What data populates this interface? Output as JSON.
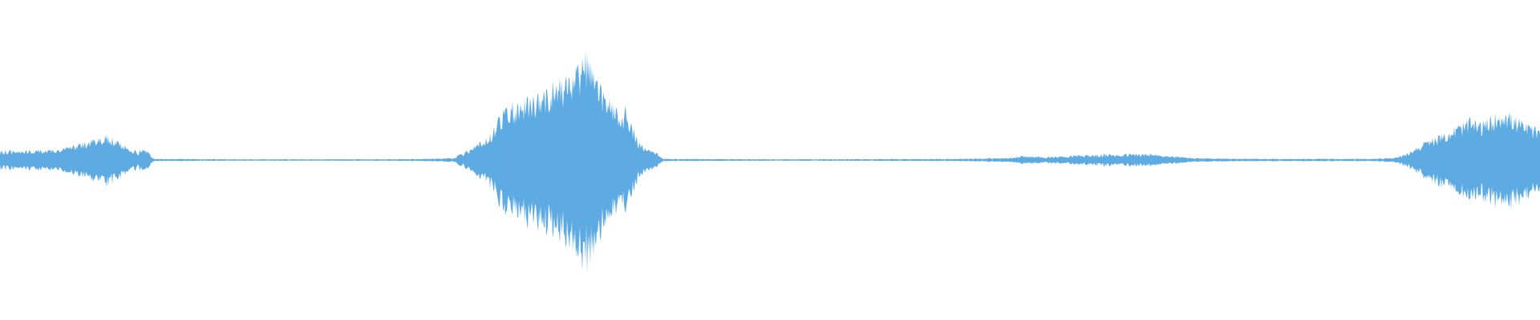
{
  "waveform": {
    "color": "#5dabe2",
    "background": "#ffffff",
    "amplitude_scale": 1.0,
    "envelope": [
      [
        0.0,
        0.045
      ],
      [
        0.01,
        0.05
      ],
      [
        0.025,
        0.052
      ],
      [
        0.035,
        0.055
      ],
      [
        0.045,
        0.07
      ],
      [
        0.055,
        0.095
      ],
      [
        0.065,
        0.12
      ],
      [
        0.071,
        0.135
      ],
      [
        0.078,
        0.09
      ],
      [
        0.085,
        0.06
      ],
      [
        0.09,
        0.045
      ],
      [
        0.095,
        0.05
      ],
      [
        0.1,
        0.006
      ],
      [
        0.15,
        0.004
      ],
      [
        0.2,
        0.004
      ],
      [
        0.25,
        0.004
      ],
      [
        0.28,
        0.006
      ],
      [
        0.295,
        0.01
      ],
      [
        0.305,
        0.06
      ],
      [
        0.318,
        0.13
      ],
      [
        0.325,
        0.25
      ],
      [
        0.332,
        0.3
      ],
      [
        0.34,
        0.32
      ],
      [
        0.348,
        0.35
      ],
      [
        0.355,
        0.4
      ],
      [
        0.36,
        0.42
      ],
      [
        0.367,
        0.45
      ],
      [
        0.373,
        0.48
      ],
      [
        0.378,
        0.52
      ],
      [
        0.381,
        0.6
      ],
      [
        0.385,
        0.47
      ],
      [
        0.39,
        0.4
      ],
      [
        0.396,
        0.33
      ],
      [
        0.402,
        0.25
      ],
      [
        0.407,
        0.28
      ],
      [
        0.41,
        0.2
      ],
      [
        0.415,
        0.09
      ],
      [
        0.42,
        0.06
      ],
      [
        0.425,
        0.05
      ],
      [
        0.43,
        0.006
      ],
      [
        0.5,
        0.004
      ],
      [
        0.58,
        0.005
      ],
      [
        0.62,
        0.006
      ],
      [
        0.655,
        0.01
      ],
      [
        0.665,
        0.02
      ],
      [
        0.68,
        0.016
      ],
      [
        0.695,
        0.022
      ],
      [
        0.71,
        0.026
      ],
      [
        0.73,
        0.03
      ],
      [
        0.745,
        0.03
      ],
      [
        0.76,
        0.02
      ],
      [
        0.775,
        0.01
      ],
      [
        0.8,
        0.006
      ],
      [
        0.85,
        0.006
      ],
      [
        0.89,
        0.006
      ],
      [
        0.905,
        0.01
      ],
      [
        0.913,
        0.03
      ],
      [
        0.92,
        0.07
      ],
      [
        0.928,
        0.11
      ],
      [
        0.935,
        0.13
      ],
      [
        0.945,
        0.18
      ],
      [
        0.955,
        0.22
      ],
      [
        0.962,
        0.2
      ],
      [
        0.97,
        0.24
      ],
      [
        0.976,
        0.28
      ],
      [
        0.982,
        0.24
      ],
      [
        0.99,
        0.2
      ],
      [
        1.0,
        0.16
      ]
    ]
  }
}
